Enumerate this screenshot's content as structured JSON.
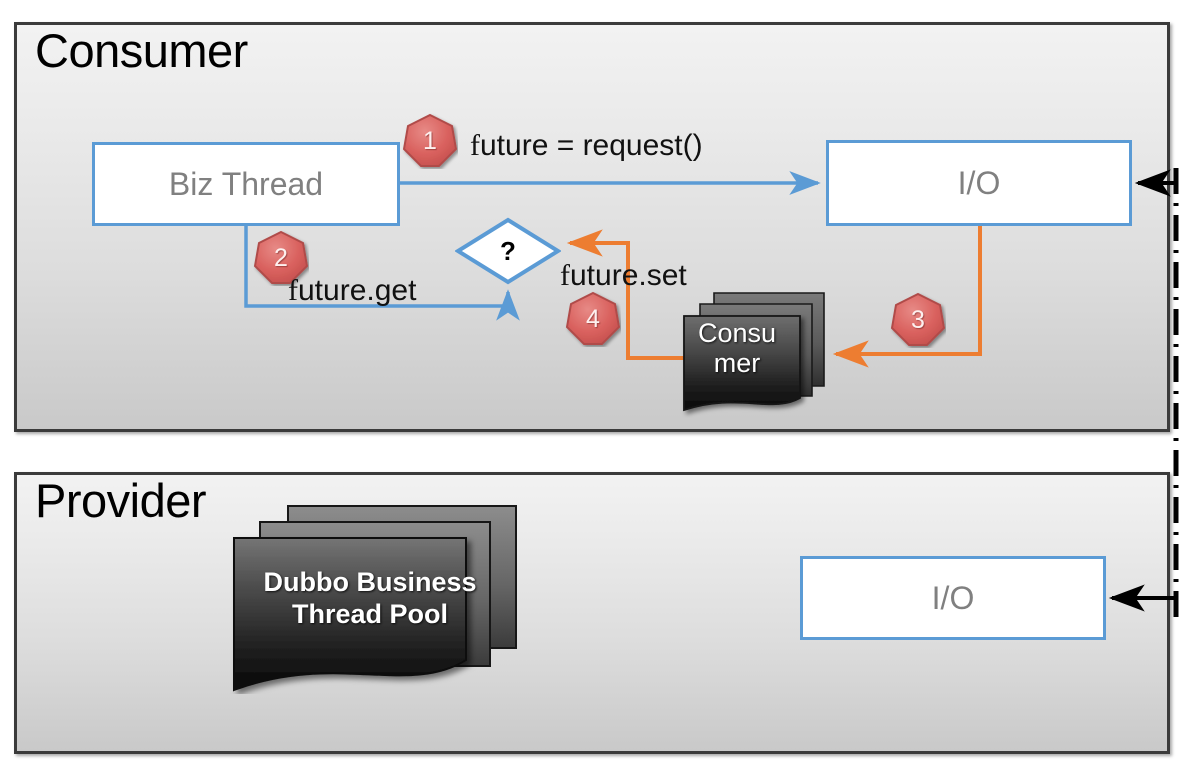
{
  "diagram": {
    "title_consumer": "Consumer",
    "title_provider": "Provider",
    "colors": {
      "blue_outline": "#5b9bd5",
      "blue_arrow": "#5b9bd5",
      "orange_arrow": "#ed7d31",
      "black_arrow": "#000000",
      "badge_fill": "#d9615e",
      "badge_stroke": "#b04b49",
      "panel_border": "#3b3b3b",
      "box_text": "#808080"
    }
  },
  "consumer": {
    "title": "Consumer",
    "biz_thread": {
      "label": "Biz Thread"
    },
    "io": {
      "label": "I/O"
    },
    "decision": {
      "label": "?"
    },
    "consumer_stack": {
      "label": "Consu mer",
      "line1": "Consu",
      "line2": "mer"
    },
    "badges": [
      {
        "id": "1",
        "number": "1"
      },
      {
        "id": "2",
        "number": "2"
      },
      {
        "id": "3",
        "number": "3"
      },
      {
        "id": "4",
        "number": "4"
      }
    ],
    "labels": {
      "request": "future = request()",
      "request_head": "f",
      "request_tail": "uture = request()",
      "future_get": "future.get",
      "future_get_head": "f",
      "future_get_tail": "uture.get",
      "future_set": "future.set",
      "future_set_head": "f",
      "future_set_tail": "uture.set"
    }
  },
  "provider": {
    "title": "Provider",
    "thread_pool": {
      "label": "Dubbo Business Thread Pool",
      "line1": "Dubbo Business",
      "line2": "Thread Pool"
    },
    "io": {
      "label": "I/O"
    }
  },
  "network": {
    "link_label": ""
  }
}
